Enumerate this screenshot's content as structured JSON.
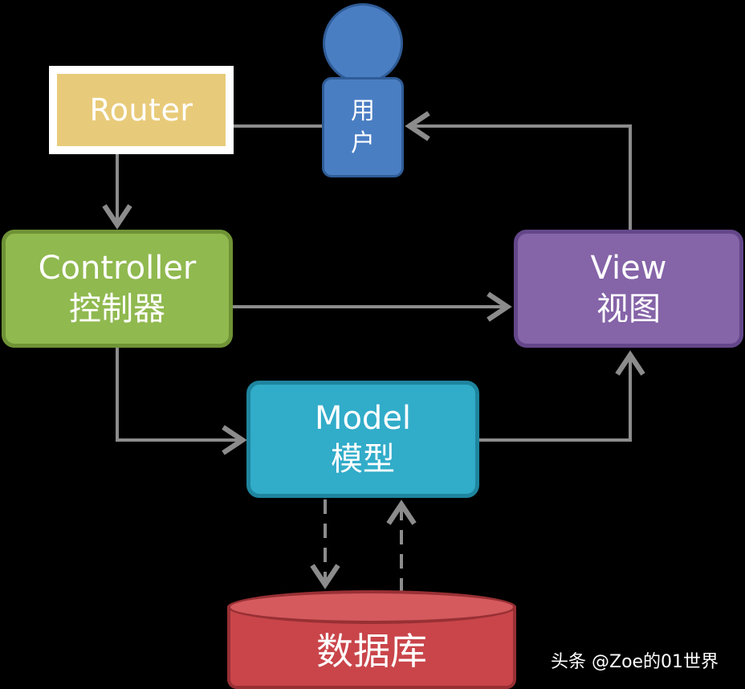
{
  "router": {
    "label": "Router"
  },
  "user": {
    "char1": "用",
    "char2": "户"
  },
  "controller": {
    "label_en": "Controller",
    "label_zh": "控制器"
  },
  "view": {
    "label_en": "View",
    "label_zh": "视图"
  },
  "model": {
    "label_en": "Model",
    "label_zh": "模型"
  },
  "database": {
    "label": "数据库"
  },
  "watermark": {
    "text": "头条 @Zoe的01世界"
  },
  "colors": {
    "router": "#e8cb7a",
    "user": "#4a7ec3",
    "controller": "#90b94f",
    "view": "#8564a8",
    "model": "#31acc9",
    "database": "#c9454a",
    "arrow": "#8c8c8c"
  }
}
